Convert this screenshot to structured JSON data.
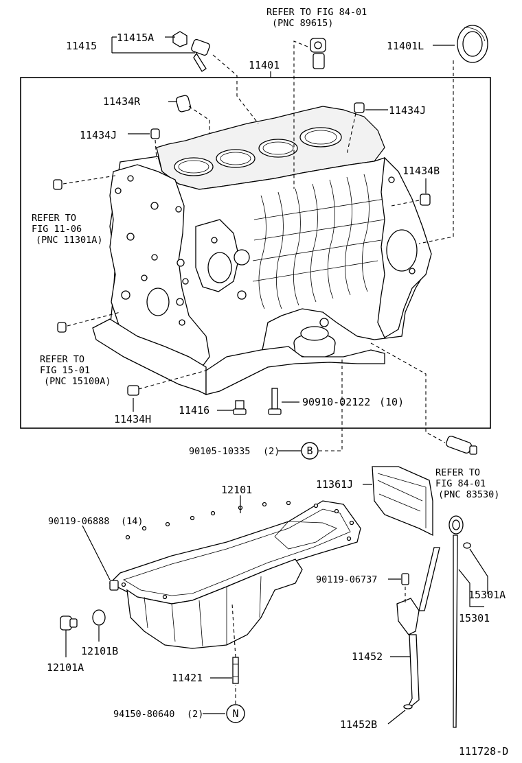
{
  "diagram_id": "111728-D",
  "refs": {
    "fig84_sensor1_line1": "REFER TO FIG 84-01",
    "fig84_sensor1_line2": "(PNC 89615)",
    "fig11_line1": "REFER TO",
    "fig11_line2": "FIG 11-06",
    "fig11_line3": "(PNC 11301A)",
    "fig15_line1": "REFER TO",
    "fig15_line2": "FIG 15-01",
    "fig15_line3": "(PNC 15100A)",
    "fig84_sensor2_line1": "REFER TO",
    "fig84_sensor2_line2": "FIG 84-01",
    "fig84_sensor2_line3": "(PNC 83530)"
  },
  "parts": {
    "p11415": "11415",
    "p11415A": "11415A",
    "p11401": "11401",
    "p11401L": "11401L",
    "p11434R": "11434R",
    "p11434J_top": "11434J",
    "p11434J_left": "11434J",
    "p11434B": "11434B",
    "p11434H": "11434H",
    "p11416": "11416",
    "p90910": "90910-02122",
    "p90910_qty": "(10)",
    "p90105": "90105-10335",
    "p90105_qty": "(2)",
    "circle_B": "B",
    "p11361J": "11361J",
    "p12101": "12101",
    "p90119_06888": "90119-06888",
    "p90119_06888_qty": "(14)",
    "p90119_06737": "90119-06737",
    "p15301A": "15301A",
    "p15301": "15301",
    "p12101B": "12101B",
    "p12101A": "12101A",
    "p11452": "11452",
    "p11421": "11421",
    "p94150": "94150-80640",
    "p94150_qty": "(2)",
    "circle_N": "N",
    "p11452B": "11452B"
  }
}
